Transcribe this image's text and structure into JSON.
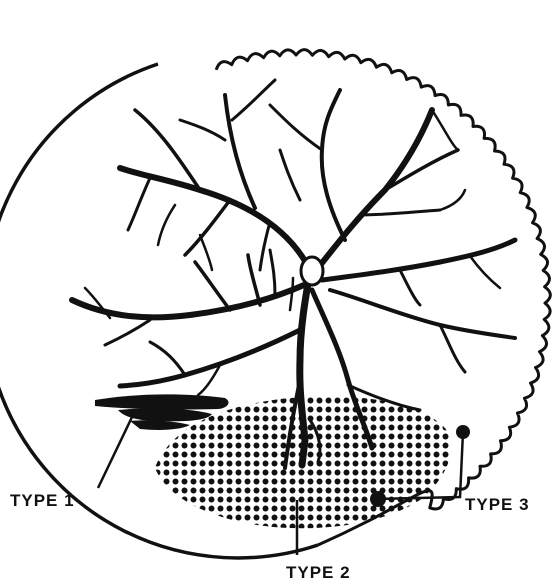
{
  "diagram": {
    "labels": {
      "type1": "TYPE 1",
      "type2": "TYPE 2",
      "type3": "TYPE 3"
    },
    "colors": {
      "ink": "#111111",
      "paper": "#ffffff"
    }
  }
}
